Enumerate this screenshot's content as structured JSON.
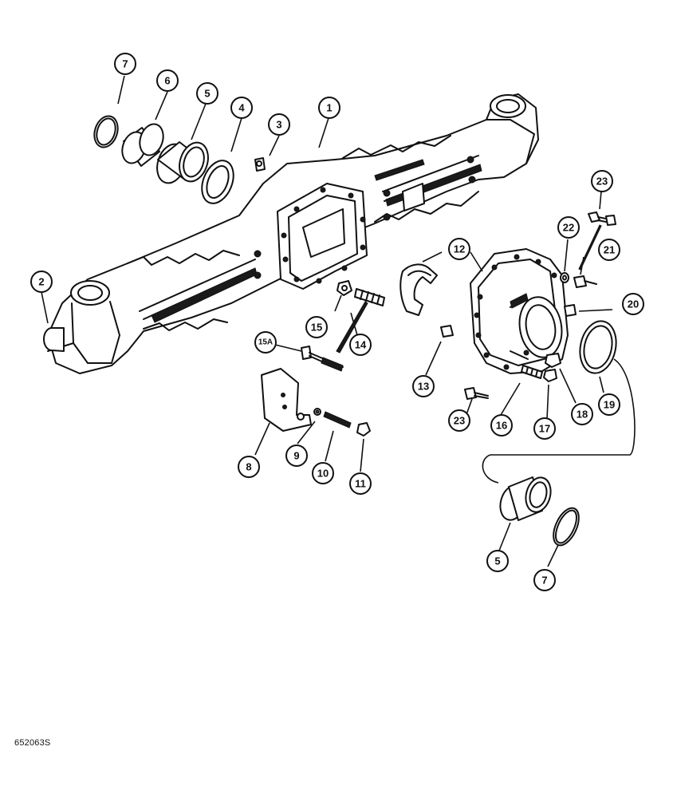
{
  "figure_id": "652063S",
  "callouts": {
    "p1": "1",
    "p2": "2",
    "p3": "3",
    "p4": "4",
    "p5a": "5",
    "p6": "6",
    "p7a": "7",
    "p8": "8",
    "p9": "9",
    "p10": "10",
    "p11": "11",
    "p12": "12",
    "p13": "13",
    "p14": "14",
    "p15": "15",
    "p15a": "15A",
    "p16": "16",
    "p17": "17",
    "p18": "18",
    "p19": "19",
    "p20": "20",
    "p21": "21",
    "p22": "22",
    "p23a": "23",
    "p23b": "23",
    "p5b": "5",
    "p7b": "7"
  }
}
